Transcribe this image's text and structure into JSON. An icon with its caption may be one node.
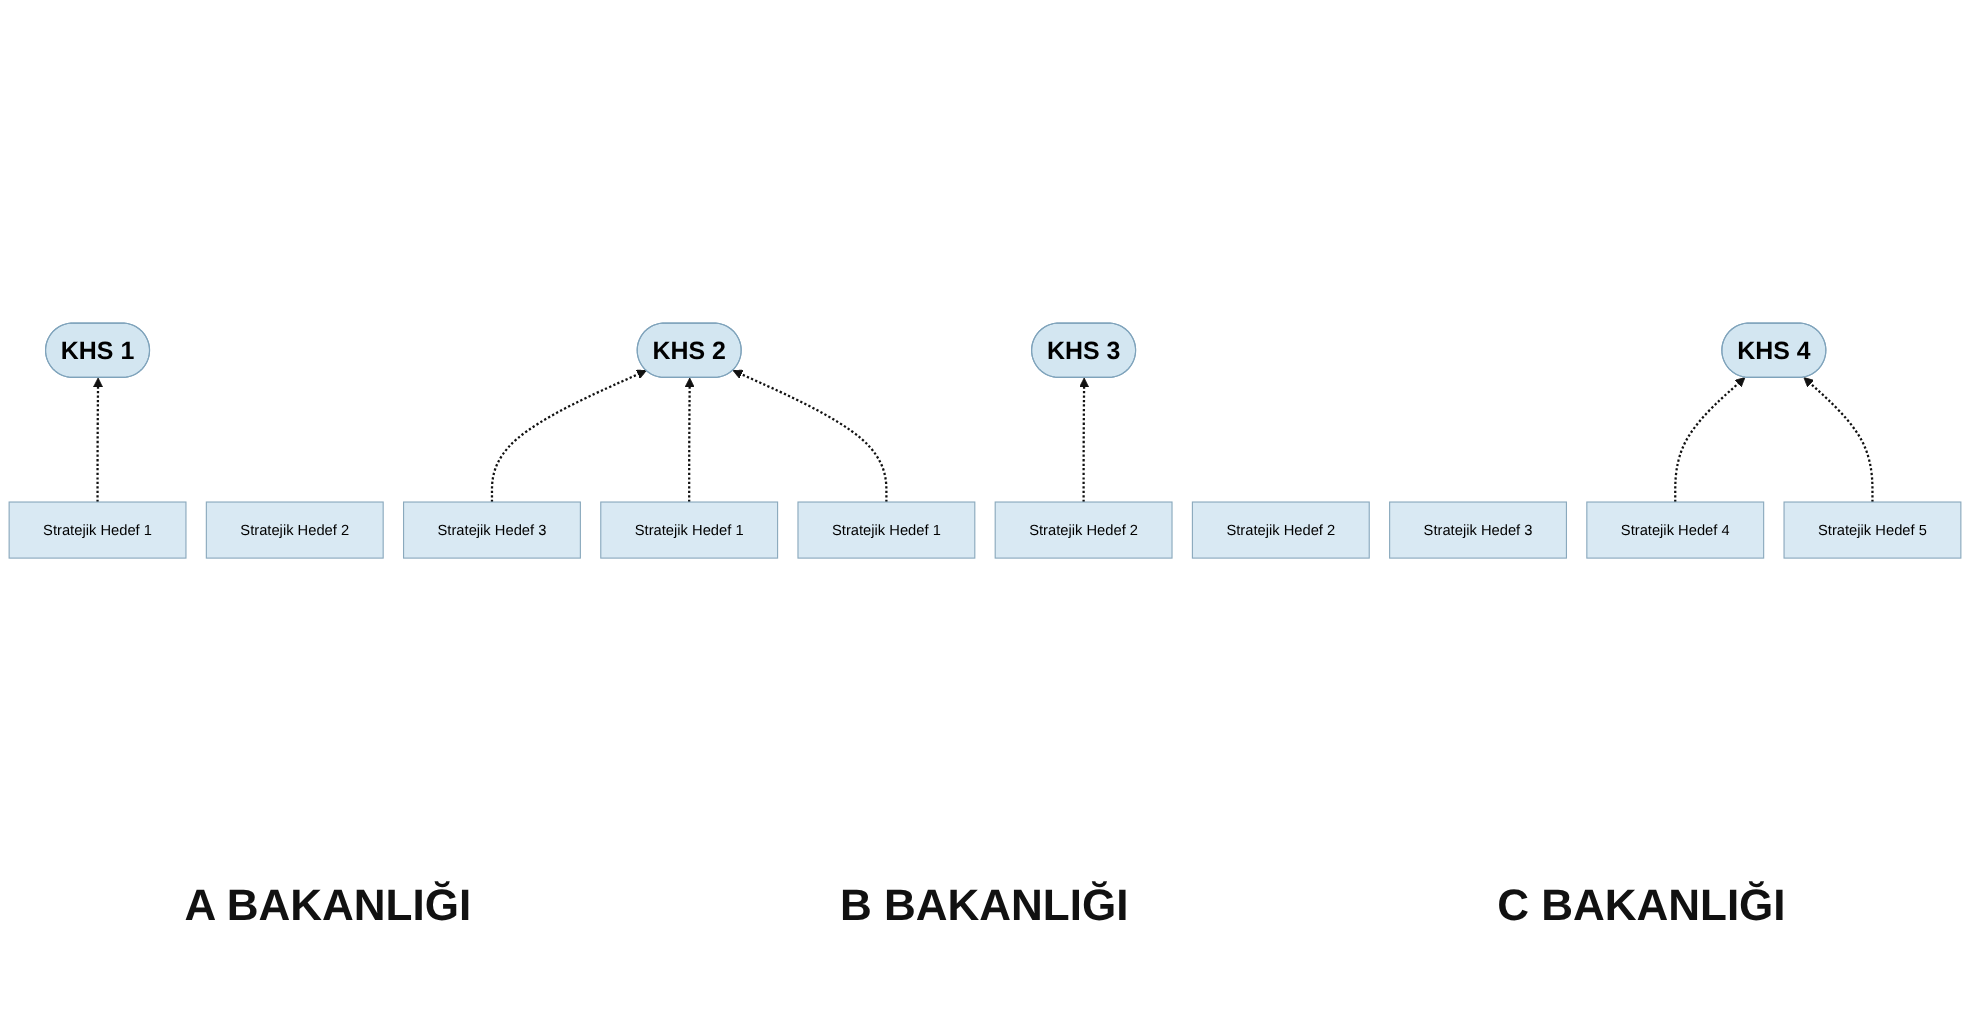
{
  "diagram": {
    "nodes": [
      {
        "text": [
          "KHS 1"
        ]
      },
      {
        "text": [
          "KHS 2"
        ]
      },
      {
        "text": [
          "KHS 3"
        ]
      },
      {
        "text": [
          "KHS 4"
        ]
      },
      {
        "text": [
          "Stratejik Hedef 1"
        ]
      },
      {
        "text": [
          "Stratejik Hedef 2"
        ]
      },
      {
        "text": [
          "Stratejik Hedef 3"
        ]
      },
      {
        "text": [
          "Stratejik Hedef 1"
        ]
      },
      {
        "text": [
          "Stratejik Hedef 2"
        ]
      },
      {
        "text": [
          "Stratejik Hedef 1"
        ]
      },
      {
        "text": [
          "Stratejik Hedef 2"
        ]
      },
      {
        "text": [
          "Stratejik Hedef 3"
        ]
      },
      {
        "text": [
          "Stratejik Hedef 4"
        ]
      },
      {
        "text": [
          "Stratejik Hedef 5"
        ]
      }
    ],
    "edges": [
      {
        "from": 4,
        "to": 0,
        "arrow": "to",
        "style": "dashed"
      },
      {
        "from": 6,
        "to": 1,
        "arrow": "to",
        "style": "dashed"
      },
      {
        "from": 7,
        "to": 1,
        "arrow": "to",
        "style": "dashed"
      },
      {
        "from": 8,
        "to": 2,
        "arrow": "to",
        "style": "dashed"
      },
      {
        "from": 9,
        "to": 1,
        "arrow": "to",
        "style": "dashed"
      },
      {
        "from": 12,
        "to": 3,
        "arrow": "to",
        "style": "dashed"
      },
      {
        "from": 13,
        "to": 3,
        "arrow": "to",
        "style": "dashed"
      }
    ],
    "labels": [
      "A BAKANLIĞI",
      "B BAKANLIĞI",
      "C BAKANLIĞI"
    ]
  }
}
